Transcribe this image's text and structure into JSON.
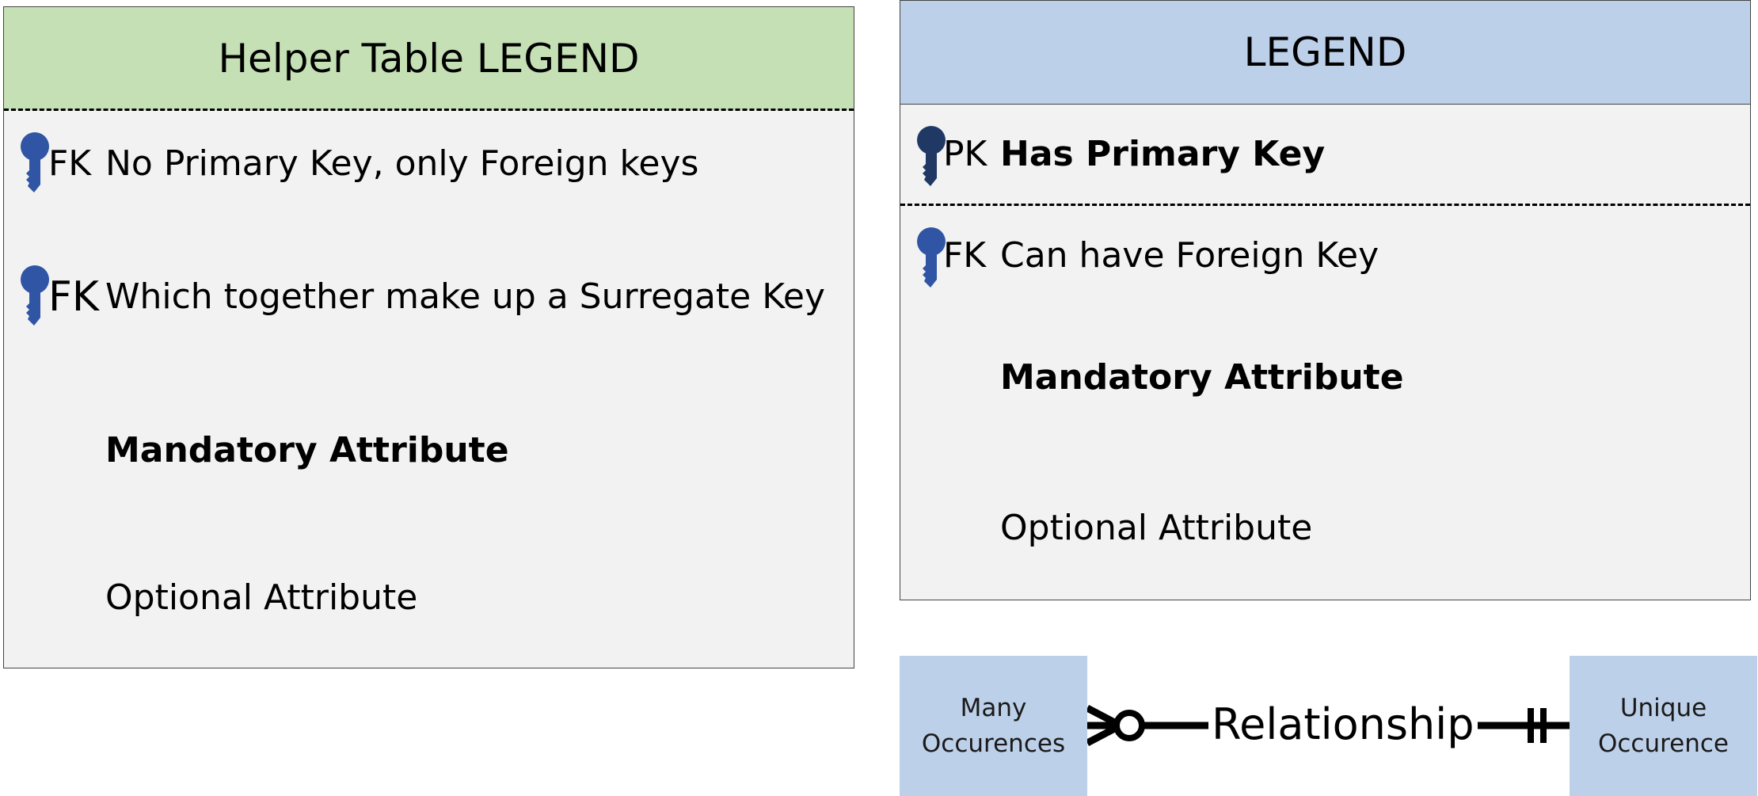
{
  "helper_legend": {
    "title": "Helper Table LEGEND",
    "header_color": "#c4e0b4",
    "rows": [
      {
        "key": "FK",
        "icon": "key-icon",
        "text": "No Primary Key, only Foreign keys"
      },
      {
        "key": "FK",
        "icon": "key-icon",
        "text": "Which together make up a Surregate Key"
      }
    ],
    "mandatory": "Mandatory Attribute",
    "optional": "Optional Attribute"
  },
  "legend": {
    "title": "LEGEND",
    "header_color": "#bdd0e9",
    "pk": {
      "key": "PK",
      "icon": "dark-key-icon",
      "text": "Has Primary Key"
    },
    "fk": {
      "key": "FK",
      "icon": "key-icon",
      "text": "Can have Foreign Key"
    },
    "mandatory": "Mandatory Attribute",
    "optional": "Optional Attribute"
  },
  "relationship": {
    "left_entity": [
      "Many",
      "Occurences"
    ],
    "label": "Relationship",
    "right_entity": [
      "Unique",
      "Occurence"
    ],
    "left_notation": "zero-or-many",
    "right_notation": "one-and-only-one",
    "entity_color": "#bdd0e9"
  },
  "colors": {
    "key_blue": "#2f55a4",
    "key_dark": "#1f3864",
    "panel_bg": "#f2f2f2"
  }
}
